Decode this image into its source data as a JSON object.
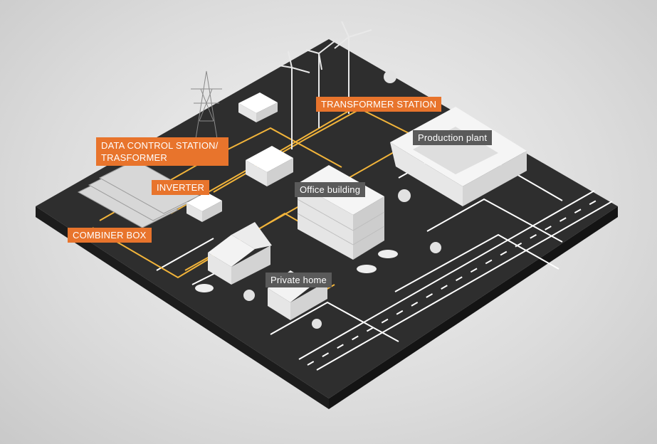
{
  "labels": {
    "transformer_station": "TRANSFORMER STATION",
    "data_control_line1": "DATA CONTROL STATION/",
    "data_control_line2": "TRASFORMER",
    "inverter": "INVERTER",
    "combiner_box": "COMBINER BOX",
    "production_plant": "Production plant",
    "office_building": "Office building",
    "private_home": "Private home"
  },
  "colors": {
    "accent_orange": "#e8742c",
    "dark_label": "#5a5a5a",
    "ground": "#2b2b2b",
    "road_line": "#ffffff",
    "cable_yellow": "#f2b43a",
    "model_white": "#f2f2f2"
  }
}
